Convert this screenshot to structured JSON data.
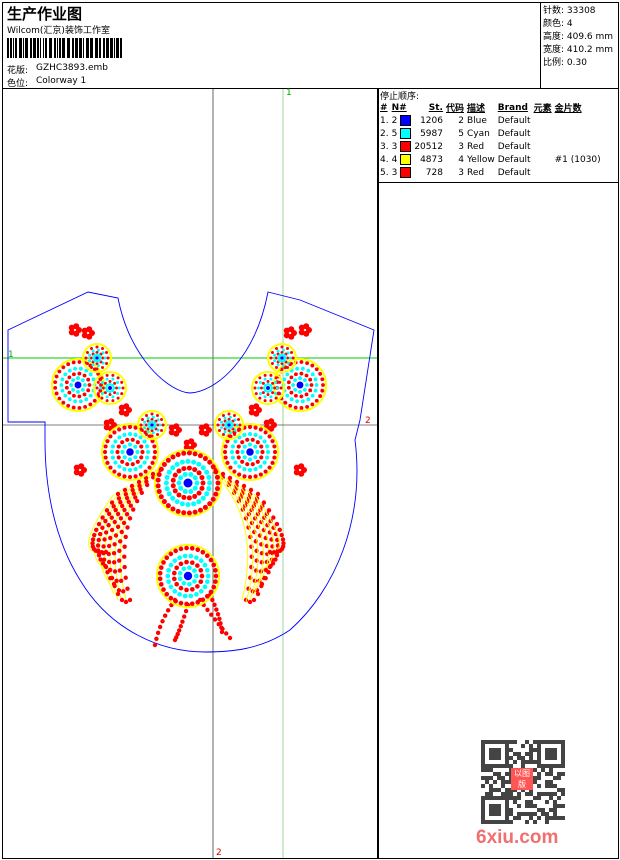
{
  "header": {
    "title": "生产作业图",
    "company": "Wilcom(汇京)装饰工作室",
    "design_label": "花版:",
    "design_value": "GZHC3893.emb",
    "colorway_label": "色位:",
    "colorway_value": "Colorway 1"
  },
  "info": {
    "stitches": "针数: 33308",
    "colors": "颜色: 4",
    "height": "高度: 409.6 mm",
    "width": "宽度: 410.2 mm",
    "scale": "比例: 0.30"
  },
  "stop_sequence": {
    "title": "停止顺序:",
    "columns": [
      "#",
      "N#",
      "St.",
      "代码",
      "描述",
      "Brand",
      "元素",
      "金片数"
    ],
    "rows": [
      {
        "n": "1.",
        "nn": "2",
        "color": "#0000ff",
        "st": "1206",
        "code": "2",
        "desc": "Blue",
        "brand": "Default",
        "elem": "",
        "seq": ""
      },
      {
        "n": "2.",
        "nn": "5",
        "color": "#00ffff",
        "st": "5987",
        "code": "5",
        "desc": "Cyan",
        "brand": "Default",
        "elem": "",
        "seq": ""
      },
      {
        "n": "3.",
        "nn": "3",
        "color": "#ff0000",
        "st": "20512",
        "code": "3",
        "desc": "Red",
        "brand": "Default",
        "elem": "",
        "seq": ""
      },
      {
        "n": "4.",
        "nn": "4",
        "color": "#ffff00",
        "st": "4873",
        "code": "4",
        "desc": "Yellow",
        "brand": "Default",
        "elem": "",
        "seq": "#1 (1030)"
      },
      {
        "n": "5.",
        "nn": "3",
        "color": "#ff0000",
        "st": "728",
        "code": "3",
        "desc": "Red",
        "brand": "Default",
        "elem": "",
        "seq": ""
      }
    ]
  },
  "guides": {
    "v1": "1",
    "h1": "1",
    "v2": "2",
    "h2": "2"
  },
  "watermark": {
    "text": "6xiu.com",
    "stamp": "以图版"
  }
}
